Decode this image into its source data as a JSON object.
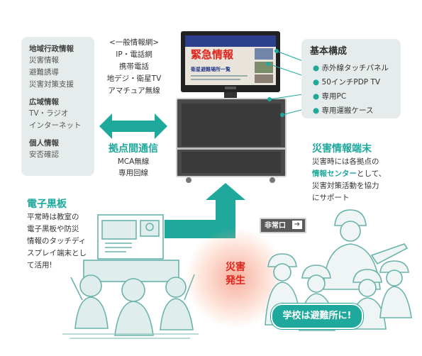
{
  "left_panel": {
    "group1_title": "地域行政情報",
    "group1_items": [
      "災害情報",
      "避難誘導",
      "災害対策支援"
    ],
    "group2_title": "広域情報",
    "group2_items": [
      "TV・ラジオ",
      "インターネット"
    ],
    "group3_title": "個人情報",
    "group3_items": [
      "安否確認"
    ]
  },
  "network": {
    "title": "<一般情報網>",
    "items": [
      "IP・電話網",
      "携帯電話",
      "地デジ・衛星TV",
      "アマチュア無線"
    ]
  },
  "base_comm": {
    "title": "拠点間通信",
    "items": [
      "MCA無線",
      "専用回線"
    ]
  },
  "screen": {
    "headline": "緊急情報",
    "sub": "衛星避難場所一覧"
  },
  "config": {
    "title": "基本構成",
    "items": [
      "赤外線タッチパネル",
      "50インチPDP TV",
      "専用PC",
      "専用運搬ケース"
    ]
  },
  "terminal": {
    "title": "災害情報端末",
    "line1": "災害時には各拠点の",
    "highlight": "情報センター",
    "line2_rest": "として、",
    "line3": "災害対策活動を協力",
    "line4": "にサポート"
  },
  "blackboard": {
    "title": "電子黒板",
    "lines": [
      "平常時は教室の",
      "電子黒板や防災",
      "情報のタッチディ",
      "スプレイ端末とし",
      "て活用!"
    ]
  },
  "disaster": {
    "line1": "災害",
    "line2": "発生"
  },
  "exit_sign": "非常口",
  "shelter_label": "学校は避難所に!",
  "colors": {
    "teal": "#1fa99c",
    "red": "#e0231b",
    "box": "#e6eceb"
  }
}
